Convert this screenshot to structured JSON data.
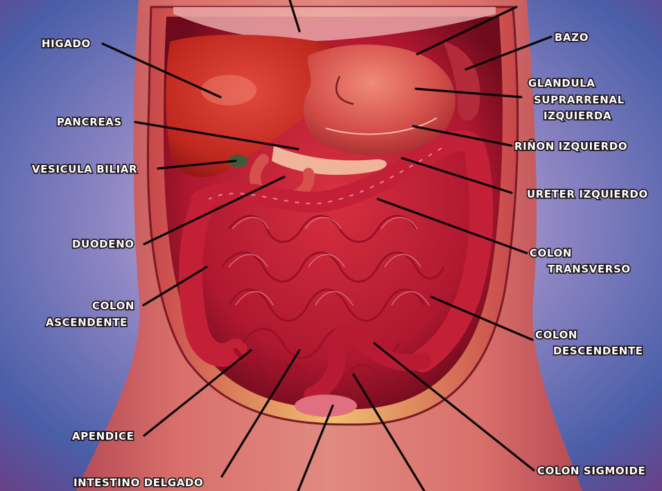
{
  "labels": {
    "higado": "HIGADO",
    "pancreas": "PANCREAS",
    "vesicula": "VESICULA BILIAR",
    "duodeno": "DUODENO",
    "colon_asc_1": "COLON",
    "colon_asc_2": "ASCENDENTE",
    "apendice": "APENDICE",
    "intestino": "INTESTINO DELGADO",
    "bazo": "BAZO",
    "glandula_1": "GLANDULA",
    "glandula_2": "SUPRARRENAL",
    "glandula_3": "IZQUIERDA",
    "rinon": "RIÑON IZQUIERDO",
    "ureter": "URETER IZQUIERDO",
    "colon_trans_1": "COLON",
    "colon_trans_2": "TRANSVERSO",
    "colon_desc_1": "COLON",
    "colon_desc_2": "DESCENDENTE",
    "sigmoide": "COLON SIGMOIDE"
  },
  "colors": {
    "background_blue": "#4a5ea8",
    "background_purple": "#6a3f86",
    "tissue_red": "#c41a35",
    "skin": "#d96f6a",
    "label_text": "#ffffff",
    "leader_line": "#0a0608"
  }
}
